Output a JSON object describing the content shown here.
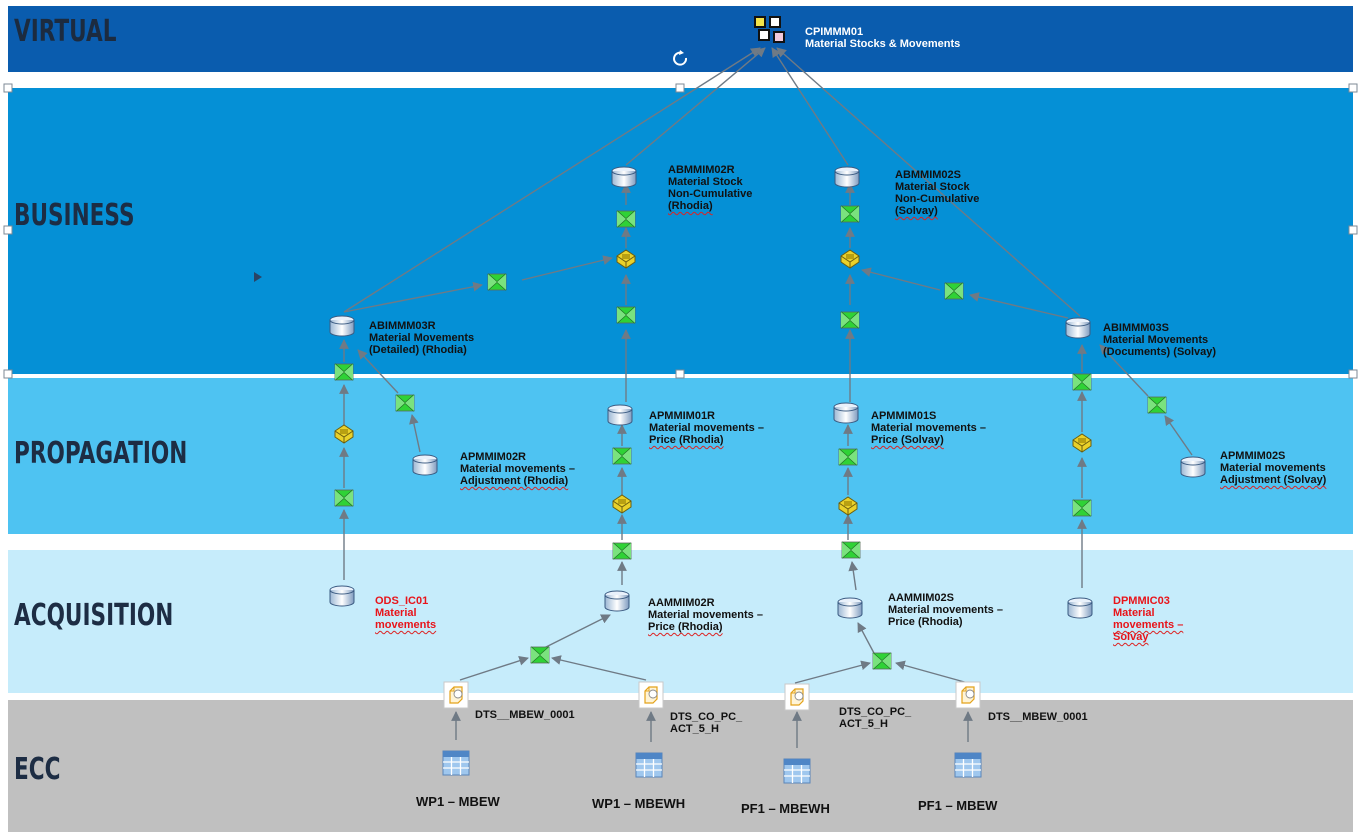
{
  "layers": {
    "virtual": "VIRTUAL",
    "business": "BUSINESS",
    "propagation": "PROPAGATION",
    "acquisition": "ACQUISITION",
    "ecc": "ECC"
  },
  "nodes": {
    "cpimmm01": {
      "id": "CPIMMM01",
      "desc": "Material Stocks & Movements",
      "icon": "multiprovider-icon"
    },
    "abmmim02r": {
      "id": "ABMMIM02R",
      "desc": [
        "Material Stock",
        "Non-Cumulative",
        "(Rhodia)"
      ],
      "icon": "cube-icon"
    },
    "abmmim02s": {
      "id": "ABMMIM02S",
      "desc": [
        "Material Stock",
        "Non-Cumulative",
        "(Solvay)"
      ],
      "icon": "cube-icon"
    },
    "abimmm03r": {
      "id": "ABIMMM03R",
      "desc": [
        "Material Movements",
        "(Detailed) (Rhodia)"
      ],
      "icon": "cube-icon"
    },
    "abimmm03s": {
      "id": "ABIMMM03S",
      "desc": [
        "Material Movements",
        "(Documents) (Solvay)"
      ],
      "icon": "cube-icon"
    },
    "apmmim01r": {
      "id": "APMMIM01R",
      "desc": [
        "Material movements –",
        "Price (Rhodia)"
      ],
      "icon": "dso-icon"
    },
    "apmmim01s": {
      "id": "APMMIM01S",
      "desc": [
        "Material movements –",
        "Price (Solvay)"
      ],
      "icon": "dso-icon"
    },
    "apmmim02r": {
      "id": "APMMIM02R",
      "desc": [
        "Material movements –",
        "Adjustment (Rhodia)"
      ],
      "icon": "dso-icon"
    },
    "apmmim02s": {
      "id": "APMMIM02S",
      "desc": [
        "Material movements",
        "Adjustment (Solvay)"
      ],
      "icon": "dso-icon"
    },
    "ods_ic01": {
      "id": "ODS_IC01",
      "desc": [
        "Material",
        "movements"
      ],
      "icon": "dso-icon"
    },
    "aammim02r": {
      "id": "AAMMIM02R",
      "desc": [
        "Material movements –",
        "Price (Rhodia)"
      ],
      "icon": "dso-icon"
    },
    "aammim02s": {
      "id": "AAMMIM02S",
      "desc": [
        "Material movements –",
        "Price (Rhodia)"
      ],
      "icon": "dso-icon"
    },
    "dpmmic03": {
      "id": "DPMMIC03",
      "desc": [
        "Material",
        "movements –",
        "Solvay"
      ],
      "icon": "dso-icon"
    }
  },
  "datasources": {
    "ds1": "DTS__MBEW_0001",
    "ds2": [
      "DTS_CO_PC_",
      "ACT_5_H"
    ],
    "ds3": [
      "DTS_CO_PC_",
      "ACT_5_H"
    ],
    "ds4": "DTS__MBEW_0001"
  },
  "tables": {
    "t1": "WP1 – MBEW",
    "t2": "WP1 – MBEWH",
    "t3": "PF1 – MBEWH",
    "t4": "PF1 – MBEW"
  },
  "colors": {
    "virtual_band": "#0a5cae",
    "business_band": "#0590d6",
    "propagation_band": "#4ec3f2",
    "acquisition_band": "#c6ecfb",
    "ecc_band": "#c0c0c0",
    "transformation_green": "#2fd236",
    "dtp_yellow": "#e9d12a",
    "connector": "#6f7a85"
  }
}
